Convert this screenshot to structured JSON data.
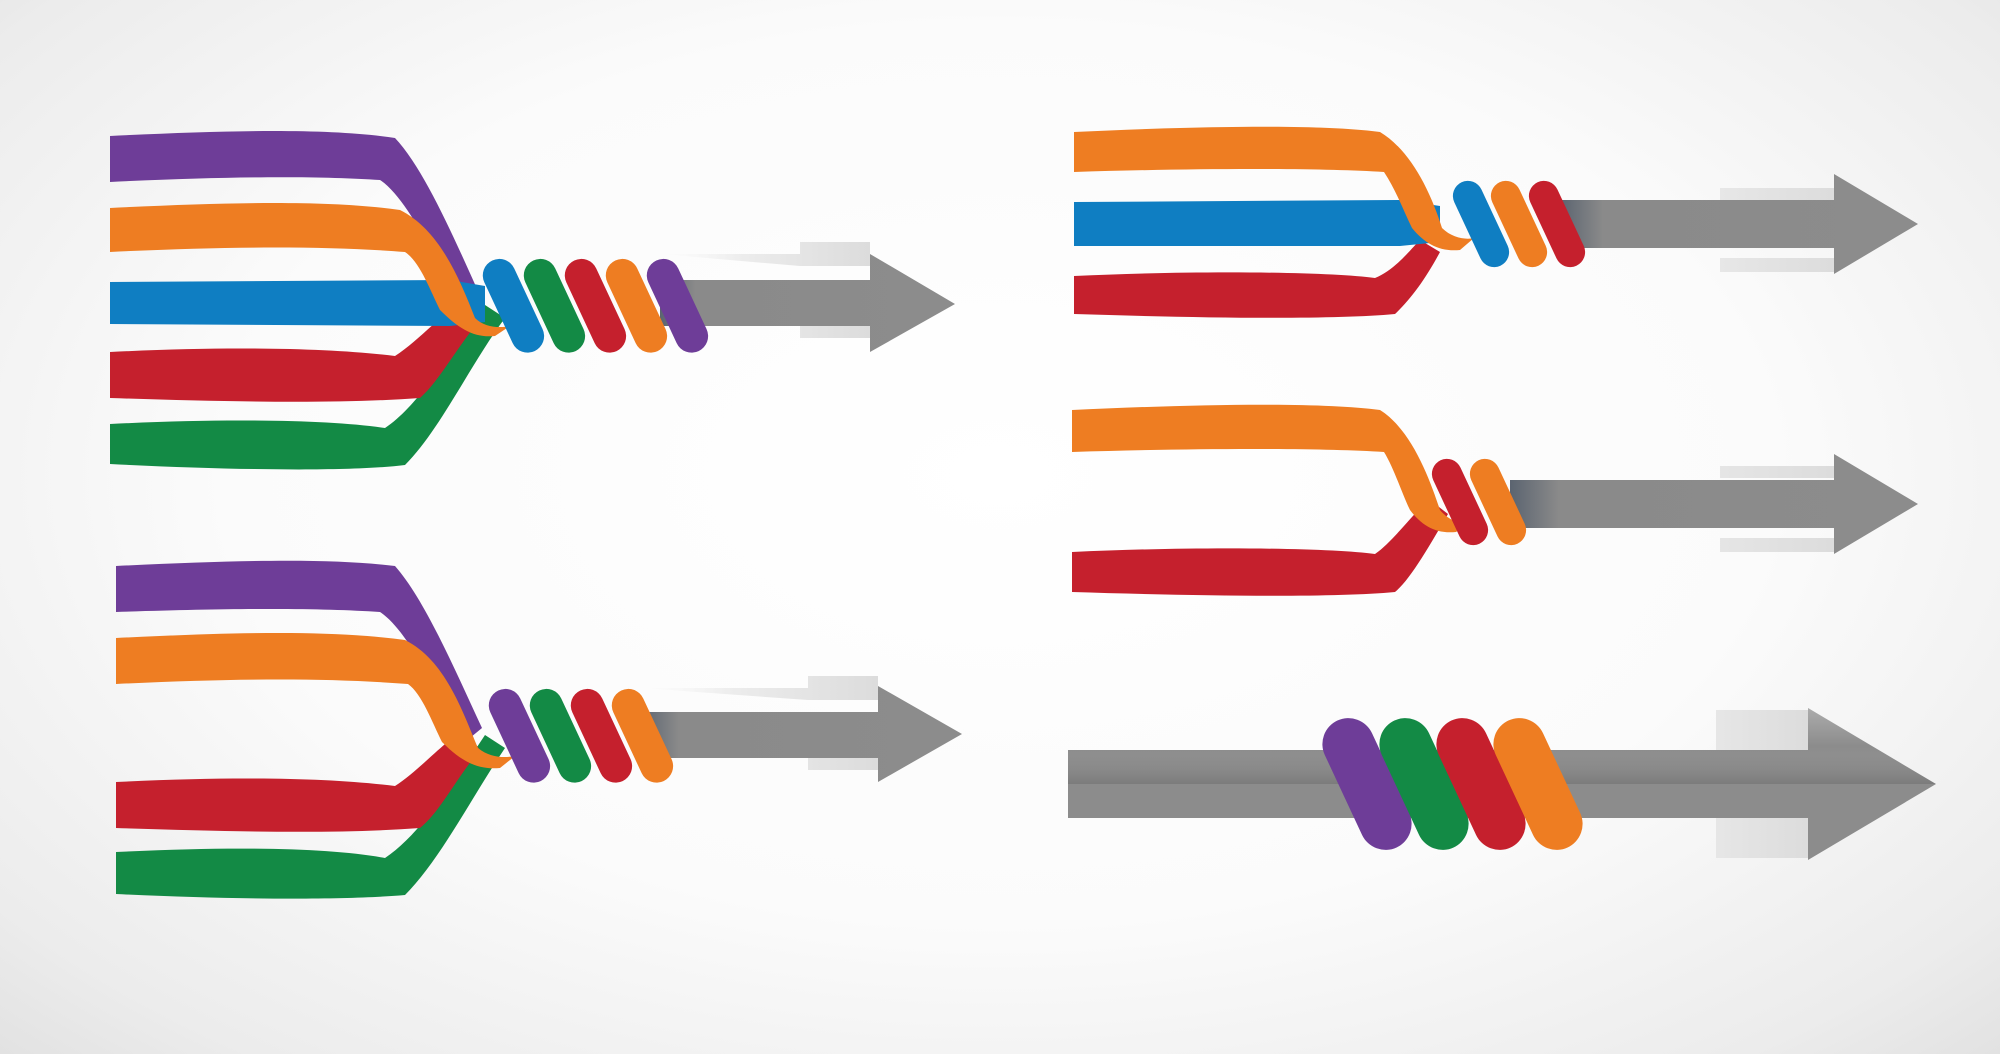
{
  "palette": {
    "purple": "#6e3d98",
    "orange": "#ee7d22",
    "blue": "#0f7ec2",
    "red": "#c5202d",
    "green": "#138a45",
    "gray": "#8c8c8c",
    "background": "#f7f7f7"
  },
  "diagrams": [
    {
      "id": "merge-five",
      "strands": [
        "purple",
        "orange",
        "blue",
        "red",
        "green"
      ],
      "rings": [
        "blue",
        "green",
        "red",
        "orange",
        "purple"
      ]
    },
    {
      "id": "merge-four",
      "strands": [
        "purple",
        "orange",
        "red",
        "green"
      ],
      "rings": [
        "purple",
        "green",
        "red",
        "orange"
      ]
    },
    {
      "id": "merge-three",
      "strands": [
        "orange",
        "blue",
        "red"
      ],
      "rings": [
        "blue",
        "orange",
        "red"
      ]
    },
    {
      "id": "merge-two",
      "strands": [
        "orange",
        "red"
      ],
      "rings": [
        "red",
        "orange"
      ]
    },
    {
      "id": "bound-arrow",
      "strands": [],
      "rings": [
        "purple",
        "green",
        "red",
        "orange"
      ]
    }
  ]
}
